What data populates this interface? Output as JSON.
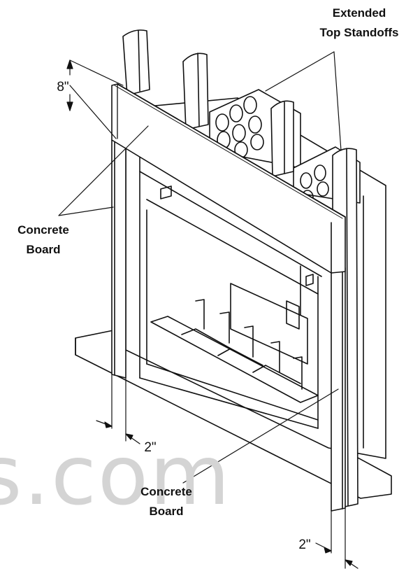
{
  "labels": {
    "extended_line1": "Extended",
    "extended_line2": "Top Standoffs",
    "concrete_left_line1": "Concrete",
    "concrete_left_line2": "Board",
    "concrete_bottom_line1": "Concrete",
    "concrete_bottom_line2": "Board",
    "dim_top": "8\"",
    "dim_left": "2\"",
    "dim_right": "2\""
  },
  "watermark": "s.com",
  "colors": {
    "line": "#111111",
    "watermark": "#d4d4d4"
  }
}
